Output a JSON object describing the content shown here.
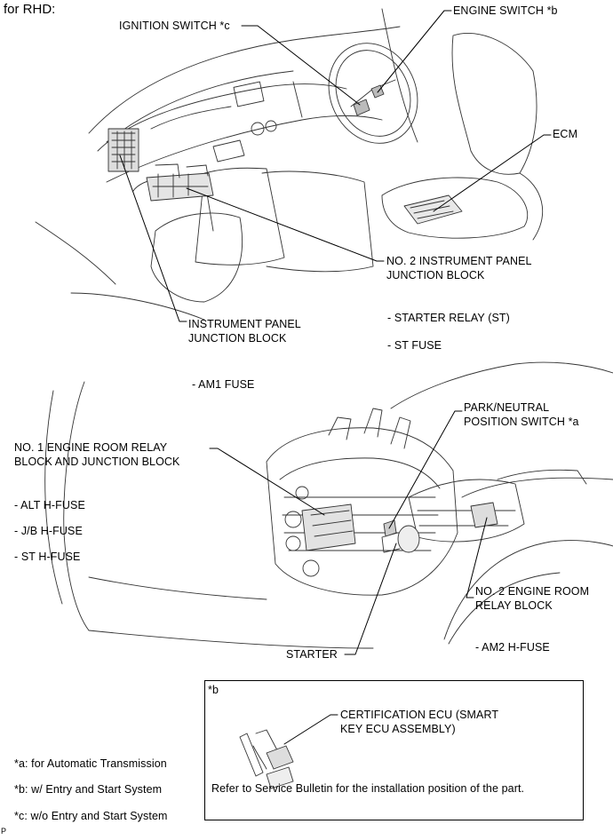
{
  "title": "for RHD:",
  "labels": {
    "ignition_switch": "IGNITION SWITCH *c",
    "engine_switch": "ENGINE SWITCH *b",
    "ecm": "ECM",
    "no2_ip_jb": "NO. 2 INSTRUMENT PANEL\nJUNCTION BLOCK",
    "ip_jb": "INSTRUMENT PANEL\nJUNCTION BLOCK",
    "starter_relay": "- STARTER RELAY (ST)",
    "st_fuse": "- ST FUSE",
    "am1_fuse": "- AM1 FUSE",
    "park_neutral": "PARK/NEUTRAL\nPOSITION SWITCH *a",
    "no1_er_relay": "NO. 1 ENGINE ROOM RELAY\nBLOCK AND JUNCTION BLOCK",
    "alt_hfuse": "- ALT H-FUSE",
    "jb_hfuse": "- J/B H-FUSE",
    "st_hfuse": "- ST H-FUSE",
    "no2_er_relay": "NO. 2 ENGINE ROOM\nRELAY BLOCK",
    "starter": "STARTER",
    "am2_hfuse": "- AM2 H-FUSE"
  },
  "inset": {
    "tag": "*b",
    "cert_ecu": "CERTIFICATION ECU (SMART\nKEY ECU ASSEMBLY)",
    "note": "Refer to Service Bulletin for the installation position of the part."
  },
  "footnotes": {
    "a": "*a: for Automatic Transmission",
    "b": "*b: w/ Entry and Start System",
    "c": "*c: w/o Entry and Start System"
  },
  "code": "P"
}
